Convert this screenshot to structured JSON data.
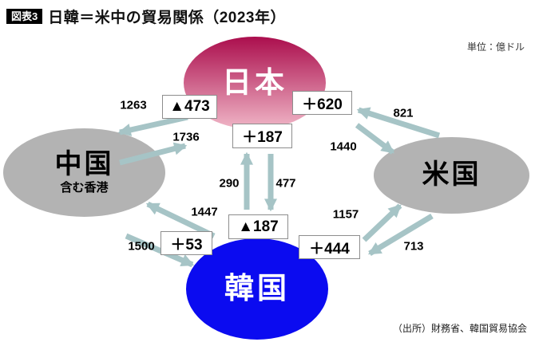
{
  "meta": {
    "badge": "図表3",
    "title": "日韓＝米中の貿易関係（2023年）",
    "unit": "単位：億ドル",
    "source": "（出所）財務省、韓国貿易協会"
  },
  "nodes": {
    "japan": {
      "label": "日本"
    },
    "china": {
      "label": "中国",
      "sublabel": "含む香港"
    },
    "usa": {
      "label": "米国"
    },
    "korea": {
      "label": "韓国"
    }
  },
  "balances": {
    "japan_china": "▲473",
    "japan_usa": "＋620",
    "japan_korea": "＋187",
    "korea_japan": "▲187",
    "china_korea": "＋53",
    "korea_usa": "＋444"
  },
  "flows": {
    "japan_to_china": {
      "value": "1263",
      "from": "japan",
      "to": "china"
    },
    "china_to_japan": {
      "value": "1736",
      "from": "china",
      "to": "japan"
    },
    "usa_to_japan": {
      "value": "821",
      "from": "usa",
      "to": "japan"
    },
    "japan_to_usa": {
      "value": "1440",
      "from": "japan",
      "to": "usa"
    },
    "korea_to_japan": {
      "value": "290",
      "from": "korea",
      "to": "japan"
    },
    "japan_to_korea": {
      "value": "477",
      "from": "japan",
      "to": "korea"
    },
    "korea_to_china": {
      "value": "1447",
      "from": "korea",
      "to": "china"
    },
    "china_to_korea": {
      "value": "1500",
      "from": "china",
      "to": "korea"
    },
    "korea_to_usa": {
      "value": "1157",
      "from": "korea",
      "to": "usa"
    },
    "usa_to_korea": {
      "value": "713",
      "from": "usa",
      "to": "korea"
    }
  },
  "colors": {
    "japan_grad_top": "#ab0e4d",
    "japan_grad_bottom": "#f0b6c7",
    "node_gray": "#b3b3b3",
    "korea_blue": "#0b0bf0",
    "arrow": "#a6c4c6",
    "badge_bg": "#000000",
    "badge_fg": "#ffffff"
  }
}
